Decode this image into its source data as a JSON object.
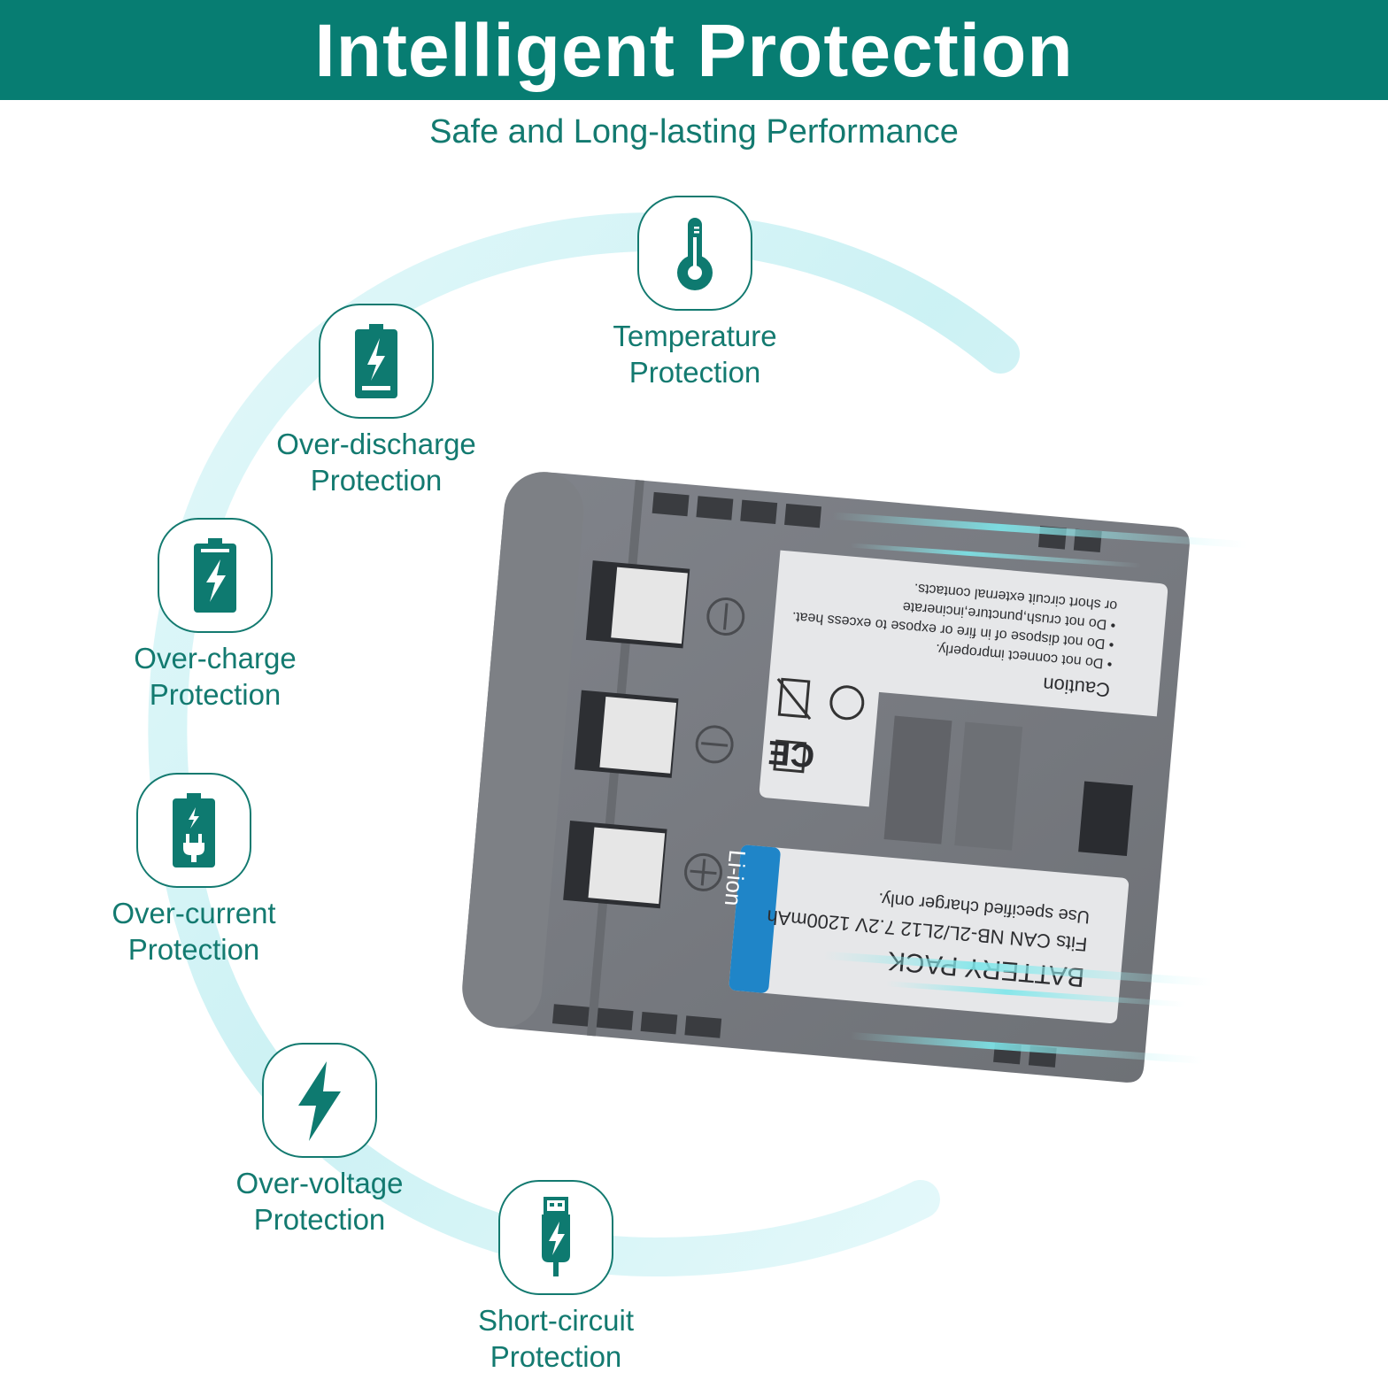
{
  "header": {
    "title": "Intelligent Protection"
  },
  "subtitle": "Safe and Long-lasting Performance",
  "features": [
    {
      "id": "temperature",
      "icon": "thermometer-icon",
      "line1": "Temperature",
      "line2": "Protection"
    },
    {
      "id": "over-discharge",
      "icon": "battery-bolt-icon",
      "line1": "Over-discharge",
      "line2": "Protection"
    },
    {
      "id": "over-charge",
      "icon": "battery-charge-icon",
      "line1": "Over-charge",
      "line2": "Protection"
    },
    {
      "id": "over-current",
      "icon": "battery-plug-icon",
      "line1": "Over-current",
      "line2": "Protection"
    },
    {
      "id": "over-voltage",
      "icon": "lightning-bolt-icon",
      "line1": "Over-voltage",
      "line2": "Protection"
    },
    {
      "id": "short-circuit",
      "icon": "usb-bolt-icon",
      "line1": "Short-circuit",
      "line2": "Protection"
    }
  ],
  "battery": {
    "caution_title": "Caution",
    "caution_lines": [
      "• Do not connect improperly.",
      "• Do not dispose of in fire or expose to excess heat.",
      "• Do not crush,puncture,incinerate",
      "   or short circuit external contacts."
    ],
    "chemistry": "Li-ion",
    "pack_title": "BATTERY PACK",
    "fits": "Fits CAN NB-2L/2L12  7.2V 1200mAh",
    "charger_note": "Use specified charger only.",
    "ce_mark": "CE"
  },
  "colors": {
    "brand": "#077d72",
    "text": "#137a70",
    "arc": "#c6f1f3",
    "battery_body": "#75777b",
    "label": "#e7e8ea",
    "li_ion_badge": "#1f85c8"
  }
}
